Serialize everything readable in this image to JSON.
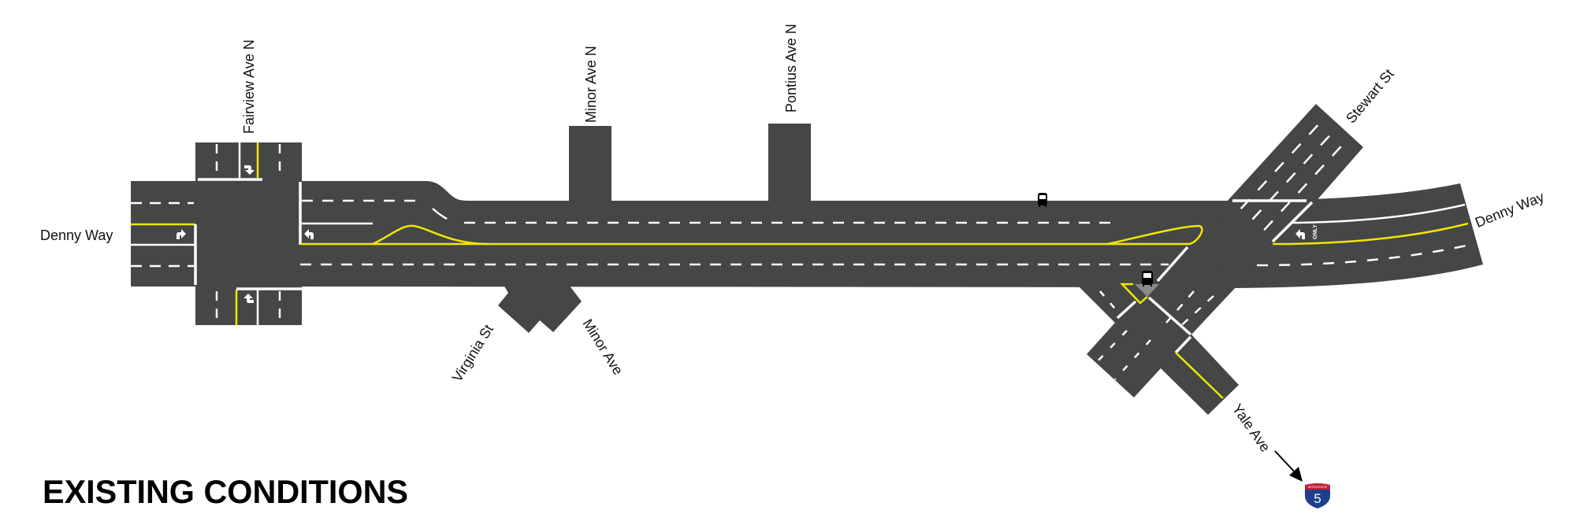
{
  "title": "EXISTING CONDITIONS",
  "streets": {
    "denny_way_west": "Denny Way",
    "fairview_ave_n": "Fairview Ave N",
    "minor_ave_n": "Minor Ave N",
    "pontius_ave_n": "Pontius Ave N",
    "virginia_st": "Virginia St",
    "minor_ave": "Minor Ave",
    "stewart_st": "Stewart St",
    "denny_way_east": "Denny Way",
    "yale_ave": "Yale Ave"
  },
  "markings": {
    "only": "ONLY"
  },
  "shield": {
    "banner": "INTERSTATE",
    "number": "5"
  },
  "colors": {
    "road": "#454646",
    "yellow_line": "#f2e600",
    "white_line": "#ffffff",
    "shield_blue": "#1f3f8c",
    "shield_red": "#c0203a"
  },
  "icons": [
    "bus-stop-icon",
    "left-turn-arrow-icon",
    "interstate-shield-icon",
    "direction-arrow-icon"
  ]
}
